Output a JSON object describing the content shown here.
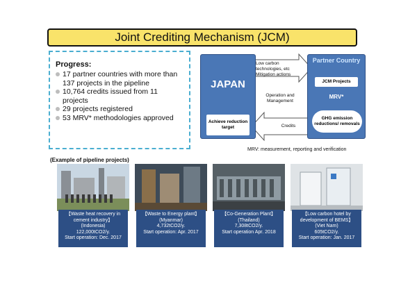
{
  "title": "Joint Crediting Mechanism (JCM)",
  "progress": {
    "heading": "Progress:",
    "items": [
      "17 partner countries with more than 137 projects in the pipeline",
      "10,764 credits issued from 11 projects",
      "29 projects registered",
      "53 MRV* methodologies approved"
    ]
  },
  "diagram": {
    "japan": "JAPAN",
    "achieve_target": "Achieve reduction target",
    "partner_country": "Partner Country",
    "jcm_projects": "JCM Projects",
    "mrv": "MRV*",
    "ghg": "GHG emission reductions/ removals",
    "low_carbon": "Low carbon technologies, etc Mitigation actions",
    "operation": "Operation and Management",
    "credits": "Credits"
  },
  "mrv_note": "MRV: measurement, reporting and verification",
  "example_label": "(Example of pipeline projects)",
  "projects": [
    {
      "title": "【Waste heat recovery in cement industry】",
      "country": "(Indonesia)",
      "amount": "122,000tCO2/y.",
      "start": "Start operation: Dec. 2017"
    },
    {
      "title": "【Waste to Energy plant】",
      "country": "(Myanmar)",
      "amount": "4,732tCO2/y.",
      "start": "Start operation: Apr. 2017"
    },
    {
      "title": "【Co-Generation Plant】",
      "country": "(Thailand)",
      "amount": "7,308tCO2/y.",
      "start": "Start operation Apr. 2018"
    },
    {
      "title": "【Low carbon hotel by development of BEMS】",
      "country": "(Viet Nam)",
      "amount": "605tCO2/y.",
      "start": "Start operation: Jan. 2017"
    }
  ],
  "colors": {
    "title_bg": "#f9e36a",
    "box_blue": "#4a77b6",
    "caption_blue": "#2d4f85",
    "dashed_border": "#4aaed0"
  }
}
